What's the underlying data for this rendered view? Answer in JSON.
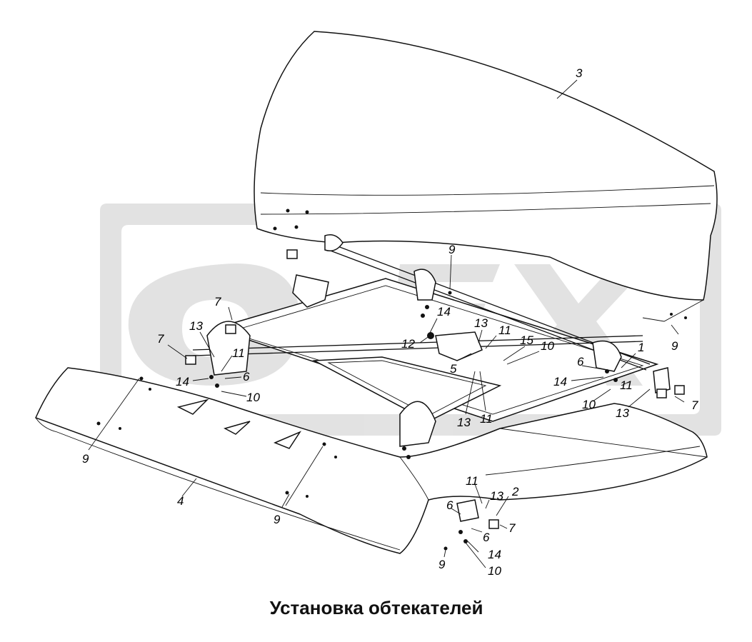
{
  "caption": "Установка обтекателей",
  "watermark_icon": "gear-logo-watermark",
  "callouts": [
    {
      "id": "c3",
      "text": "3"
    },
    {
      "id": "c9a",
      "text": "9"
    },
    {
      "id": "c9b",
      "text": "9"
    },
    {
      "id": "c7a",
      "text": "7"
    },
    {
      "id": "c13a",
      "text": "13"
    },
    {
      "id": "c7b",
      "text": "7"
    },
    {
      "id": "c11a",
      "text": "11"
    },
    {
      "id": "c6a",
      "text": "6"
    },
    {
      "id": "c14a",
      "text": "14"
    },
    {
      "id": "c10a",
      "text": "10"
    },
    {
      "id": "c14b",
      "text": "14"
    },
    {
      "id": "c13b",
      "text": "13"
    },
    {
      "id": "c11b",
      "text": "11"
    },
    {
      "id": "c12",
      "text": "12"
    },
    {
      "id": "c15",
      "text": "15"
    },
    {
      "id": "c10b",
      "text": "10"
    },
    {
      "id": "c5",
      "text": "5"
    },
    {
      "id": "c13c",
      "text": "13"
    },
    {
      "id": "c11c",
      "text": "11"
    },
    {
      "id": "c1",
      "text": "1"
    },
    {
      "id": "c6b",
      "text": "6"
    },
    {
      "id": "c14c",
      "text": "14"
    },
    {
      "id": "c11d",
      "text": "11"
    },
    {
      "id": "c10c",
      "text": "10"
    },
    {
      "id": "c13d",
      "text": "13"
    },
    {
      "id": "c7c",
      "text": "7"
    },
    {
      "id": "c9c",
      "text": "9"
    },
    {
      "id": "c4",
      "text": "4"
    },
    {
      "id": "c9d",
      "text": "9"
    },
    {
      "id": "c11e",
      "text": "11"
    },
    {
      "id": "c13e",
      "text": "13"
    },
    {
      "id": "c2",
      "text": "2"
    },
    {
      "id": "c6c",
      "text": "6"
    },
    {
      "id": "c6d",
      "text": "6"
    },
    {
      "id": "c7d",
      "text": "7"
    },
    {
      "id": "c14d",
      "text": "14"
    },
    {
      "id": "c9e",
      "text": "9"
    },
    {
      "id": "c10d",
      "text": "10"
    }
  ]
}
